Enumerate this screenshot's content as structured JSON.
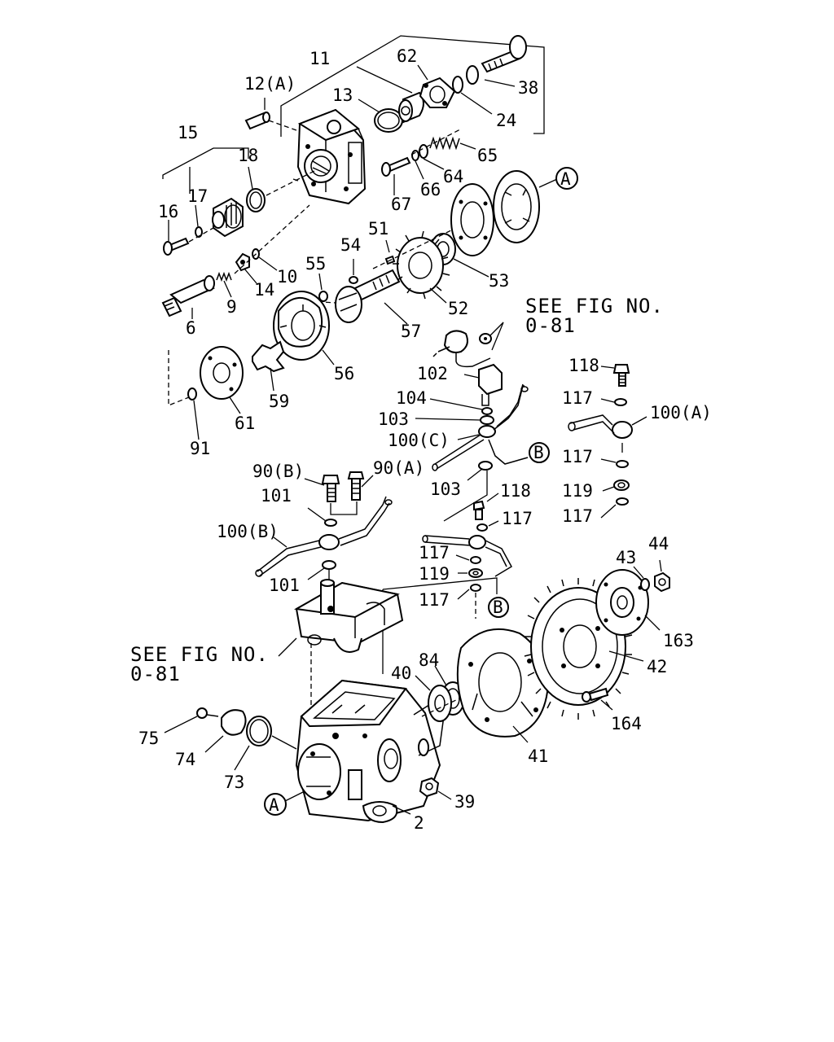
{
  "diagram": {
    "callouts": {
      "p11": "11",
      "p12a": "12(A)",
      "p13": "13",
      "p62": "62",
      "p38": "38",
      "p24": "24",
      "p15": "15",
      "p18": "18",
      "p65": "65",
      "p64": "64",
      "p66": "66",
      "p67": "67",
      "p16": "16",
      "p17": "17",
      "p10": "10",
      "p14": "14",
      "p9": "9",
      "p6": "6",
      "p54": "54",
      "p51": "51",
      "p53": "53",
      "p55": "55",
      "p52": "52",
      "p57": "57",
      "p56": "56",
      "p59": "59",
      "p61": "61",
      "p91": "91",
      "p102": "102",
      "p104": "104",
      "p103a": "103",
      "p100c": "100(C)",
      "p103b": "103",
      "p118a": "118",
      "p117a": "117",
      "p100a": "100(A)",
      "p117b": "117",
      "p119a": "119",
      "p117c": "117",
      "p90b": "90(B)",
      "p90a": "90(A)",
      "p101a": "101",
      "p100b": "100(B)",
      "p101b": "101",
      "p118b": "118",
      "p117d": "117",
      "p117e": "117",
      "p119b": "119",
      "p117f": "117",
      "p44": "44",
      "p43": "43",
      "p163": "163",
      "p42": "42",
      "p164": "164",
      "p84": "84",
      "p40": "40",
      "p41": "41",
      "p75": "75",
      "p74": "74",
      "p73": "73",
      "p39": "39",
      "p2": "2"
    },
    "refs": {
      "A_top": "A",
      "A_bottom": "A",
      "B_right": "B",
      "B_mid": "B",
      "see_top_1": "SEE FIG NO.",
      "see_top_2": "0-81",
      "see_left_1": "SEE FIG NO.",
      "see_left_2": "0-81"
    }
  }
}
